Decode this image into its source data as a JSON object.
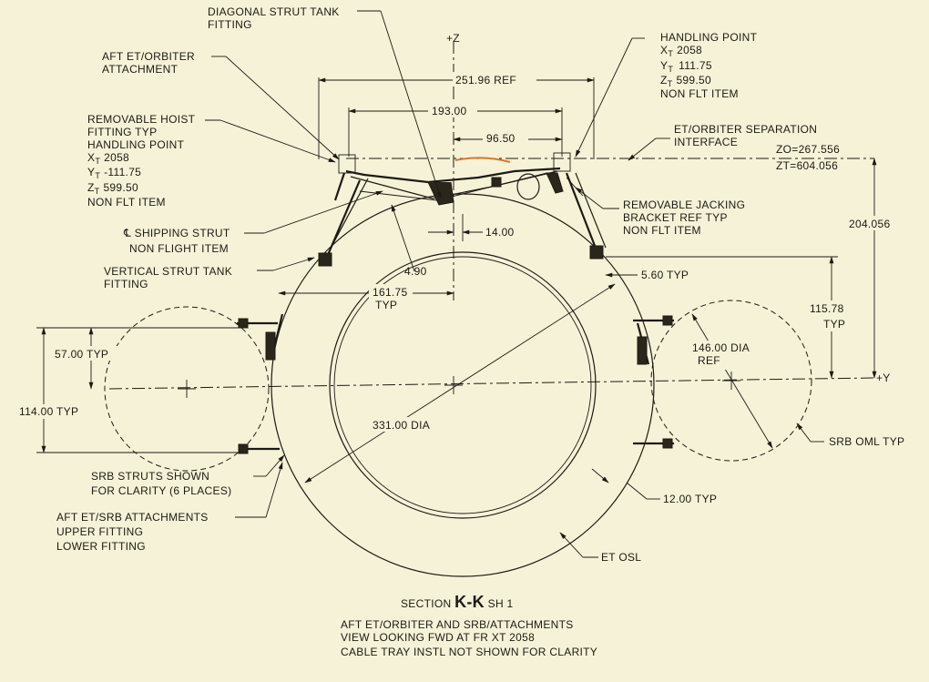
{
  "labels": {
    "diagonal_strut": [
      "DIAGONAL STRUT TANK",
      "FITTING"
    ],
    "aft_et_orbiter": [
      "AFT ET/ORBITER",
      "ATTACHMENT"
    ],
    "handling_point_right": {
      "title": "HANDLING POINT",
      "xt": "2058",
      "yt": "111.75",
      "zt": "599.50",
      "note": "NON FLT ITEM"
    },
    "removable_hoist": {
      "line1": "REMOVABLE HOIST",
      "line2": "FITTING TYP",
      "line3": "HANDLING POINT",
      "xt": "2058",
      "yt": "-111.75",
      "zt": "599.50",
      "note": "NON FLT ITEM"
    },
    "separation": [
      "ET/ORBITER SEPARATION",
      "INTERFACE"
    ],
    "zo": "ZO=267.556",
    "zt_val": "ZT=604.056",
    "jacking": [
      "REMOVABLE JACKING",
      "BRACKET REF TYP",
      "NON FLT ITEM"
    ],
    "shipping_strut": [
      "℄ SHIPPING STRUT",
      "NON FLIGHT ITEM"
    ],
    "vertical_strut": [
      "VERTICAL STRUT TANK",
      "FITTING"
    ],
    "srb_struts": [
      "SRB STRUTS SHOWN",
      "FOR CLARITY (6 PLACES)"
    ],
    "aft_et_srb": [
      "AFT ET/SRB ATTACHMENTS",
      "UPPER FITTING",
      "LOWER FITTING"
    ],
    "et_osl": "ET OSL",
    "srb_oml": "SRB OML TYP",
    "plus_z": "+Z",
    "plus_y": "+Y",
    "section_prefix": "SECTION",
    "section_bold": "K-K",
    "section_suffix": "SH 1",
    "caption": [
      "AFT ET/ORBITER AND SRB/ATTACHMENTS",
      "VIEW LOOKING FWD AT FR XT 2058",
      "CABLE TRAY INSTL NOT SHOWN FOR CLARITY"
    ],
    "subscript_t": "T"
  },
  "dimensions": {
    "d251": "251.96 REF",
    "d193": "193.00",
    "d96": "96.50",
    "d14": "14.00",
    "d490": "4.90",
    "d560": "5.60 TYP",
    "d204": "204.056",
    "d11578": "115.78",
    "typ": "TYP",
    "d16175": "161.75",
    "d57": "57.00 TYP",
    "d114": "114.00 TYP",
    "d146": "146.00 DIA",
    "ref": "REF",
    "d331": "331.00 DIA",
    "d12": "12.00 TYP"
  }
}
